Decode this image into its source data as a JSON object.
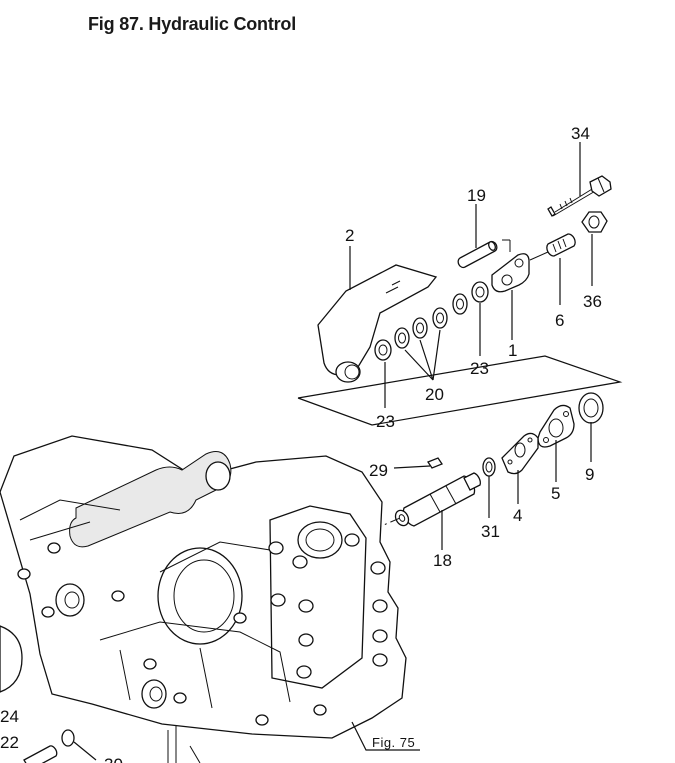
{
  "title": "Fig 87. Hydraulic Control",
  "callouts": {
    "p34": "34",
    "p19": "19",
    "p2": "2",
    "p36": "36",
    "p6": "6",
    "p1": "1",
    "p23a": "23",
    "p20": "20",
    "p23b": "23",
    "p29": "29",
    "p9": "9",
    "p5": "5",
    "p4": "4",
    "p31": "31",
    "p18": "18",
    "p24": "24",
    "p22": "22",
    "p30": "30"
  },
  "reference": "Fig. 75"
}
